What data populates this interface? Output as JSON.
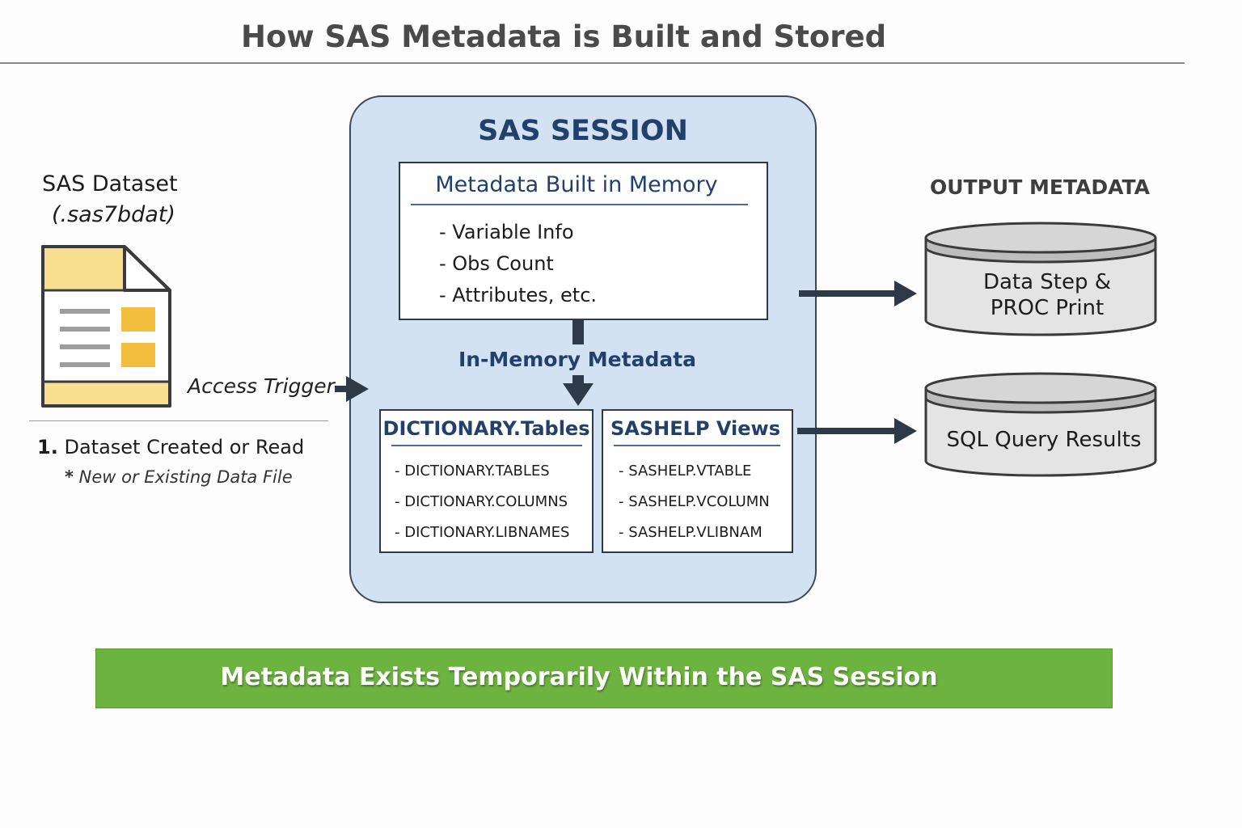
{
  "title": "How SAS Metadata is Built and Stored",
  "dataset": {
    "title": "SAS Dataset",
    "extension": "(.sas7bdat)",
    "icon": "data-file-icon"
  },
  "access_trigger": "Access Trigger",
  "step": {
    "number": "1.",
    "label": "Dataset Created or Read",
    "note_mark": "*",
    "note": "New or Existing Data File"
  },
  "session": {
    "title": "SAS SESSION",
    "memory": {
      "title": "Metadata Built in Memory",
      "items": [
        "- Variable Info",
        "- Obs Count",
        "- Attributes, etc."
      ]
    },
    "in_memory_label": "In-Memory Metadata",
    "dictionary": {
      "title": "DICTIONARY.Tables",
      "items": [
        "- DICTIONARY.TABLES",
        "- DICTIONARY.COLUMNS",
        "- DICTIONARY.LIBNAMES"
      ]
    },
    "sashelp": {
      "title": "SASHELP Views",
      "items": [
        "- SASHELP.VTABLE",
        "- SASHELP.VCOLUMN",
        "- SASHELP.VLIBNAM"
      ]
    }
  },
  "output": {
    "title": "OUTPUT METADATA",
    "targets": [
      {
        "line1": "Data Step &",
        "line2": "PROC Print"
      },
      {
        "line1": "SQL Query Results",
        "line2": ""
      }
    ]
  },
  "banner": "Metadata Exists Temporarily Within the SAS Session",
  "colors": {
    "session_fill": "#d2e2f3",
    "heading_navy": "#22406a",
    "banner_green": "#6db33f",
    "arrow": "#2e3a48",
    "file_yellow": "#f8df8f",
    "file_accent": "#f3bd3e"
  }
}
